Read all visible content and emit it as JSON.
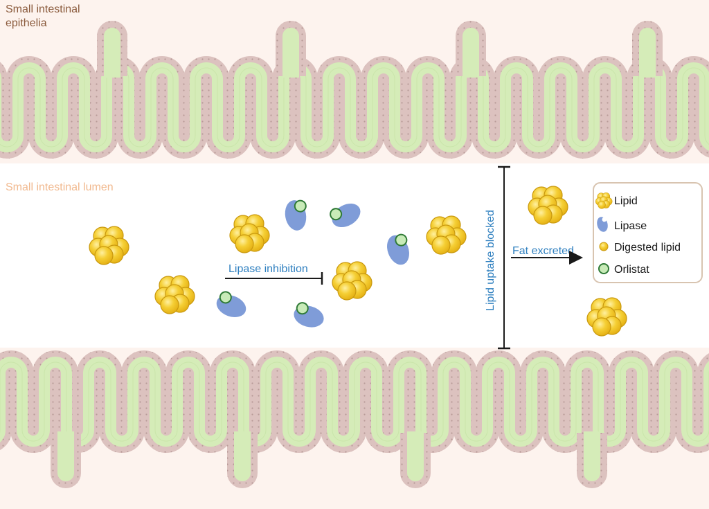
{
  "labels": {
    "epithelia": [
      "Small intestinal",
      "epithelia"
    ],
    "lumen": "Small intestinal lumen",
    "lipase_inhibition": "Lipase inhibition",
    "uptake_blocked": "Lipid uptake blocked",
    "fat_excreted": "Fat excreted"
  },
  "legend": {
    "lipid": "Lipid",
    "lipase": "Lipase",
    "digested_lipid": "Digested lipid",
    "orlistat": "Orlistat"
  },
  "colors": {
    "tissue_background": "#fdf3ee",
    "villus_core": "#d5ecb8",
    "villus_core_edge": "#b9dc96",
    "membrane": "#dcc2bf",
    "membrane_dot": "#b89a98",
    "lipid": "#f2c52a",
    "lipid_edge": "#c9990f",
    "lipase": "#7f9cd8",
    "orlistat": "#c8ebb8",
    "orlistat_edge": "#2f7a36",
    "epithelia_text": "#8a5a3c",
    "lumen_text": "#f1b98f",
    "annotation_text": "#2e7fbf"
  }
}
